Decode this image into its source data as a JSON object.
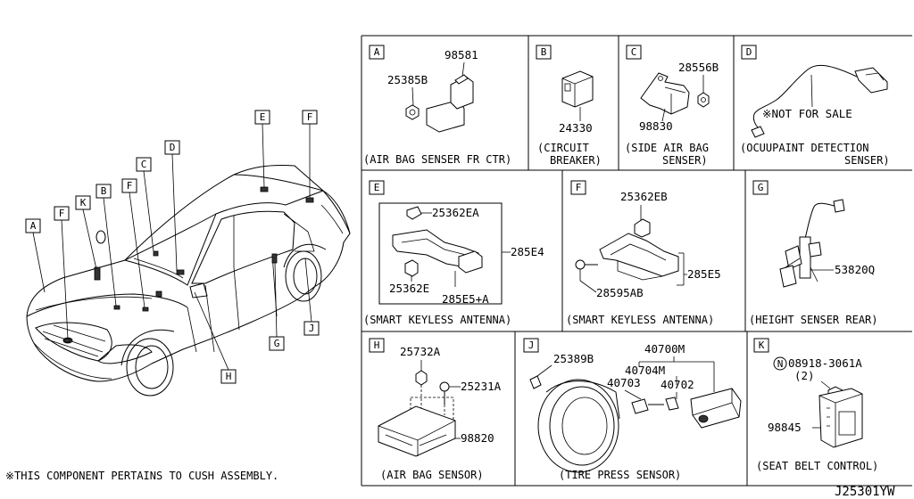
{
  "footnote": "※THIS COMPONENT PERTAINS TO CUSH ASSEMBLY.",
  "diagram_id": "J25301YW",
  "car_callouts": [
    "A",
    "F",
    "K",
    "B",
    "F",
    "C",
    "D",
    "E",
    "F",
    "G",
    "J",
    "H"
  ],
  "panels": {
    "A": {
      "letter": "A",
      "parts": [
        "98581",
        "25385B"
      ],
      "caption": [
        "(AIR BAG SENSER FR CTR)"
      ]
    },
    "B": {
      "letter": "B",
      "parts": [
        "24330"
      ],
      "caption": [
        "(CIRCUIT",
        "BREAKER)"
      ]
    },
    "C": {
      "letter": "C",
      "parts": [
        "28556B",
        "98830"
      ],
      "caption": [
        "(SIDE AIR BAG",
        "SENSER)"
      ]
    },
    "D": {
      "letter": "D",
      "parts": [
        "※NOT FOR SALE"
      ],
      "caption": [
        "(OCUUPAINT DETECTION",
        "SENSER)"
      ]
    },
    "E": {
      "letter": "E",
      "parts": [
        "25362EA",
        "285E4",
        "25362E",
        "285E5+A"
      ],
      "caption": [
        "(SMART KEYLESS ANTENNA)"
      ]
    },
    "F": {
      "letter": "F",
      "parts": [
        "25362EB",
        "285E5",
        "28595AB"
      ],
      "caption": [
        "(SMART KEYLESS ANTENNA)"
      ]
    },
    "G": {
      "letter": "G",
      "parts": [
        "53820Q"
      ],
      "caption": [
        "(HEIGHT SENSER REAR)"
      ]
    },
    "H": {
      "letter": "H",
      "parts": [
        "25732A",
        "25231A",
        "98820"
      ],
      "caption": [
        "(AIR BAG SENSOR)"
      ]
    },
    "J": {
      "letter": "J",
      "parts": [
        "25389B",
        "40700M",
        "40704M",
        "40703",
        "40702"
      ],
      "caption": [
        "(TIRE PRESS SENSOR)"
      ]
    },
    "K": {
      "letter": "K",
      "parts": [
        "N",
        "08918-3061A",
        "(2)",
        "98845"
      ],
      "caption": [
        "(SEAT BELT CONTROL)"
      ]
    }
  }
}
